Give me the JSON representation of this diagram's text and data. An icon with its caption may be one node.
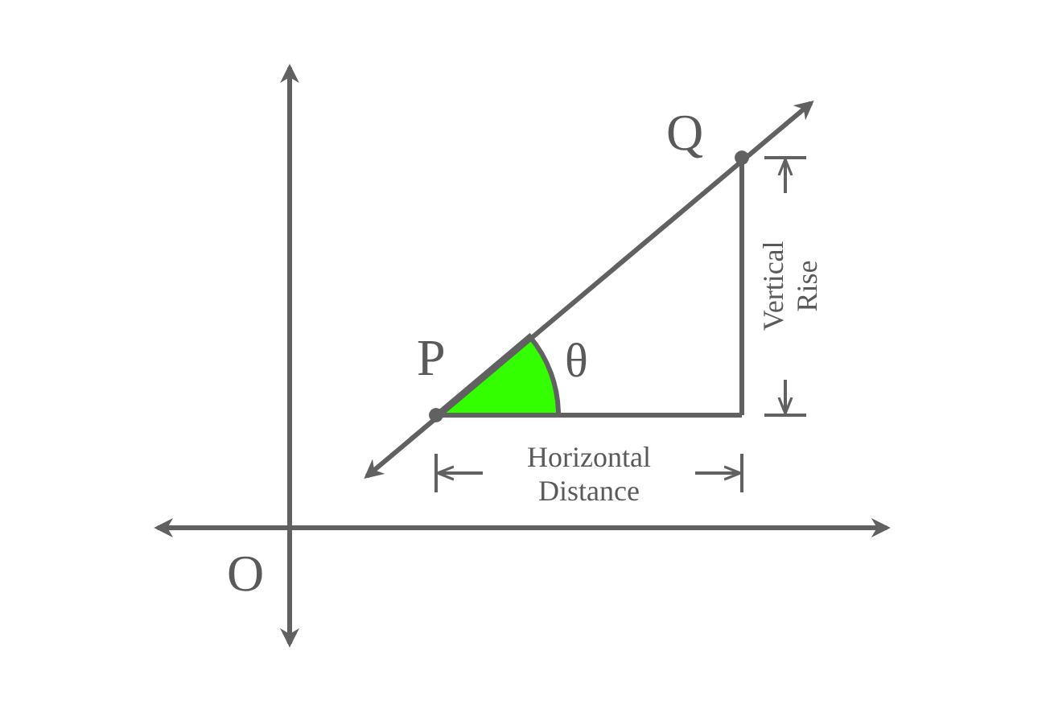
{
  "diagram": {
    "labels": [
      "Q",
      "P",
      "θ",
      "Vertical Rise",
      "Horizontal Distance",
      "O"
    ]
  }
}
